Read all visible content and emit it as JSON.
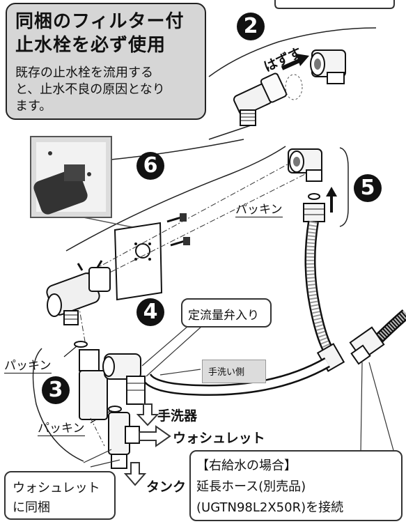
{
  "warning": {
    "title_line1": "同梱のフィルター付",
    "title_line2": "止水栓を必ず使用",
    "body_line1": "既存の止水栓を流用する",
    "body_line2": "と、止水不良の原因となり",
    "body_line3": "ます。"
  },
  "steps": {
    "step2": "2",
    "step3": "3",
    "step4": "4",
    "step5": "5",
    "step6": "6"
  },
  "labels": {
    "remove": "はずす",
    "packing_top": "パッキン",
    "packing_left": "パッキン",
    "packing_lower": "パッキン",
    "flow_valve": "定流量弁入り",
    "hand_wash_side": "手洗い側",
    "hand_washer": "手洗器",
    "washlet": "ウォシュレット",
    "tank": "タンク",
    "washlet_bundle_line1": "ウォシュレット",
    "washlet_bundle_line2": "に同梱"
  },
  "right_supply_note": {
    "line1": "【右給水の場合】",
    "line2": "延長ホース(別売品)",
    "line3": "(UGTN98L2X50R)を接続"
  }
}
